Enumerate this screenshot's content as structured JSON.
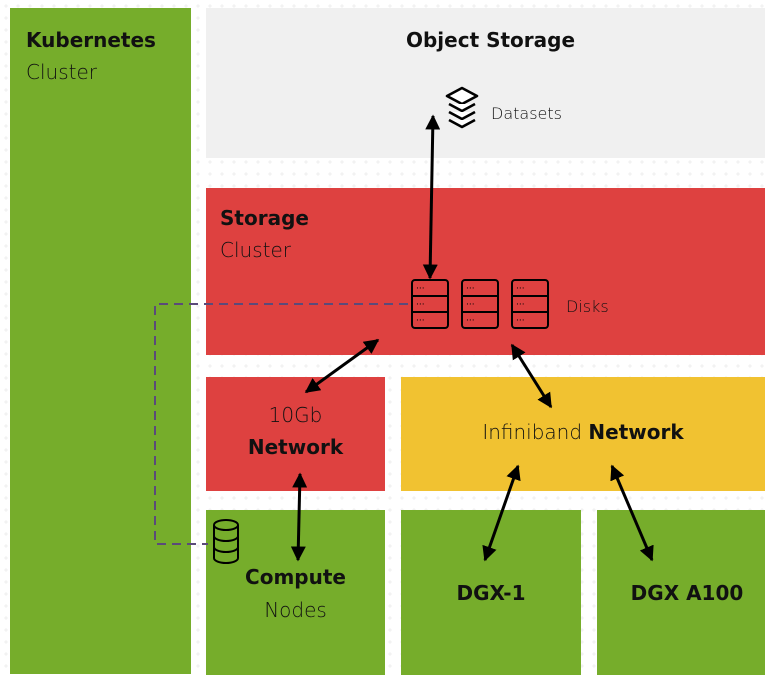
{
  "kubernetes": {
    "title": "Kubernetes",
    "subtitle": "Cluster"
  },
  "object_storage": {
    "title": "Object Storage",
    "datasets_label": "Datasets"
  },
  "storage_cluster": {
    "title": "Storage",
    "subtitle": "Cluster",
    "disks_label": "Disks"
  },
  "network_10gb": {
    "line1": "10Gb",
    "line2": "Network"
  },
  "infiniband": {
    "prefix": "Infiniband",
    "suffix": "Network"
  },
  "compute": {
    "title": "Compute",
    "subtitle": "Nodes"
  },
  "dgx1": {
    "label": "DGX-1"
  },
  "dgx_a100": {
    "label": "DGX A100"
  },
  "colors": {
    "kubernetes_green": "#76ad2b",
    "storage_red": "#de4140",
    "infiniband_yellow": "#f1c231",
    "object_storage_grey": "#f0f0f0",
    "dashed_link": "#5b4a7a"
  },
  "icons": [
    "layers-icon",
    "server-rack-icon",
    "database-icon"
  ]
}
